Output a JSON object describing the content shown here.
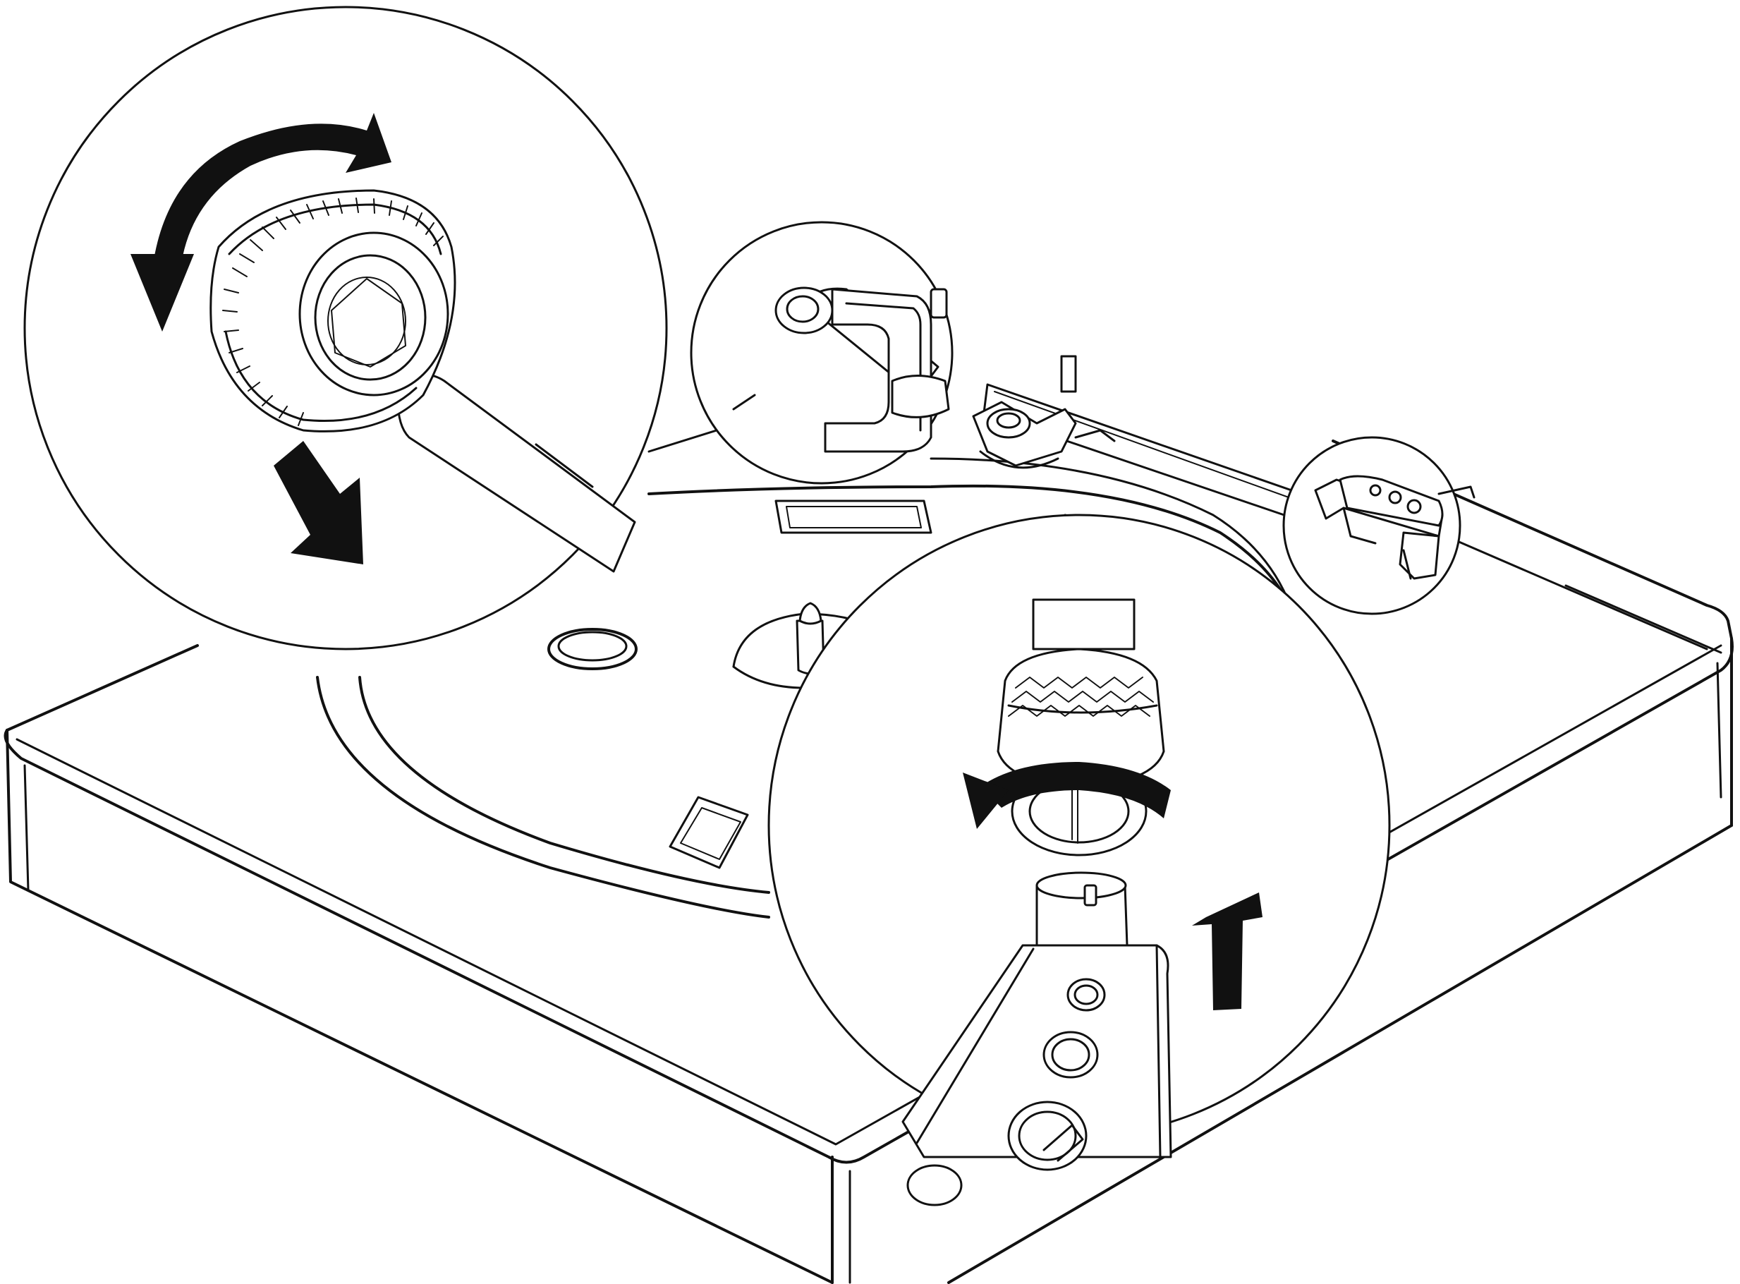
{
  "figure": {
    "type": "line-art instruction illustration",
    "colors": {
      "ink": "#111111",
      "paper": "#ffffff"
    },
    "parts": [
      "turntable-base",
      "platter-well",
      "center-spindle",
      "tonearm",
      "headshell",
      "collet-nut",
      "headshell-connector"
    ],
    "callouts": [
      {
        "name": "loosen-collet-detail",
        "shows": [
          "rotate-arrow",
          "pull-out-arrow"
        ]
      },
      {
        "name": "tonearm-base-detail",
        "shows": []
      },
      {
        "name": "headshell-detail",
        "shows": []
      },
      {
        "name": "attach-headshell-detail",
        "shows": [
          "rotate-arrow",
          "push-up-arrow"
        ]
      }
    ],
    "icons": [
      "curved-rotate-arrow-icon",
      "down-right-arrow-icon",
      "up-arrow-icon"
    ]
  }
}
